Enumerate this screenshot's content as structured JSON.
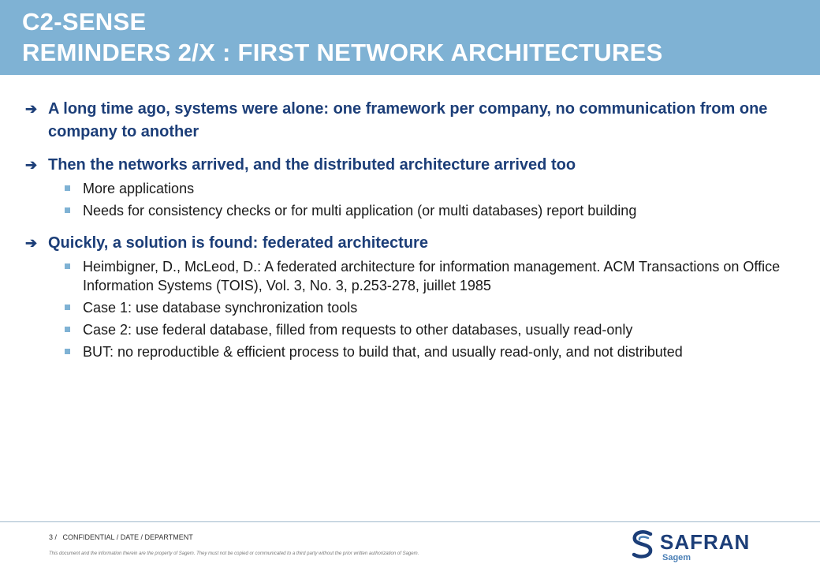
{
  "title": {
    "line1": "C2-SENSE",
    "line2": "REMINDERS 2/X : FIRST NETWORK ARCHITECTURES"
  },
  "bullets": [
    {
      "text": "A long time ago, systems were alone: one framework per company, no communication from one company to another",
      "subs": []
    },
    {
      "text": "Then the networks arrived, and the distributed architecture arrived too",
      "subs": [
        "More applications",
        "Needs for consistency checks or for multi application (or multi databases) report building"
      ]
    },
    {
      "text": "Quickly, a solution is found: federated architecture",
      "subs": [
        "Heimbigner, D., McLeod, D.: A federated architecture for information management. ACM Transactions on Office Information Systems (TOIS), Vol. 3, No. 3, p.253-278, juillet 1985",
        "Case 1: use database synchronization tools",
        "Case 2: use federal database, filled from requests to other databases, usually read-only",
        "BUT: no reproductible & efficient process to build that, and usually read-only, and not distributed"
      ]
    }
  ],
  "footer": {
    "page": "3 /",
    "label": "CONFIDENTIAL / DATE / DEPARTMENT",
    "disclaimer": "This document and the information therein are the property of Sagem. They must not be copied or communicated to a third party without the prior written authorization of Sagem."
  },
  "logo": {
    "name": "SAFRAN",
    "sub": "Sagem"
  },
  "colors": {
    "header": "#7fb2d4",
    "bullet_text": "#1c3e78",
    "sub_square": "#7fb2d4"
  },
  "icons": {
    "bullet": "arrow-right-icon",
    "sub_bullet": "square-bullet-icon"
  }
}
